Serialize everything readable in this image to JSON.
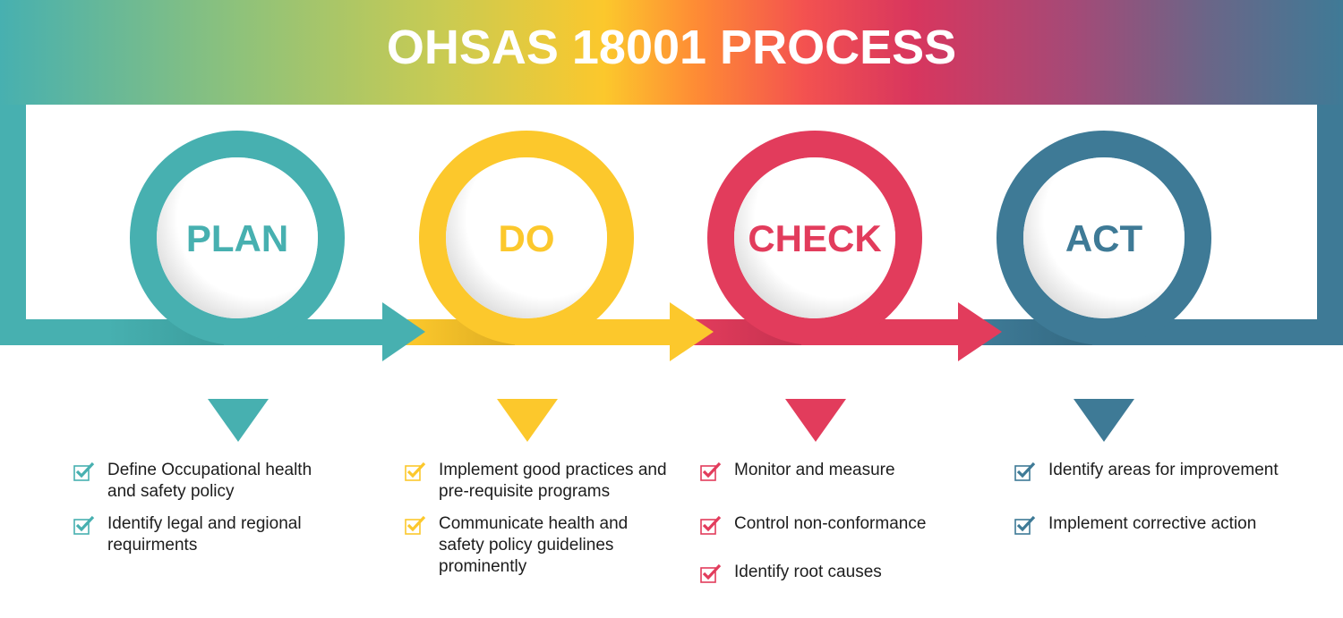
{
  "header": {
    "title": "OHSAS 18001 PROCESS"
  },
  "colors": {
    "plan": "#47b0b0",
    "do": "#fcc82c",
    "check": "#e23c5c",
    "act": "#3e7a96",
    "text": "#1d1d1d"
  },
  "stages": [
    {
      "label": "PLAN",
      "items": [
        "Define Occupational health and safety policy",
        "Identify legal and regional requirments"
      ]
    },
    {
      "label": "DO",
      "items": [
        "Implement good practices and pre-requisite programs",
        "Communicate health and safety policy guidelines prominently"
      ]
    },
    {
      "label": "CHECK",
      "items": [
        "Monitor and measure",
        "Control non-conformance",
        "Identify root causes"
      ]
    },
    {
      "label": "ACT",
      "items": [
        "Identify areas for improvement",
        "Implement corrective action"
      ]
    }
  ]
}
